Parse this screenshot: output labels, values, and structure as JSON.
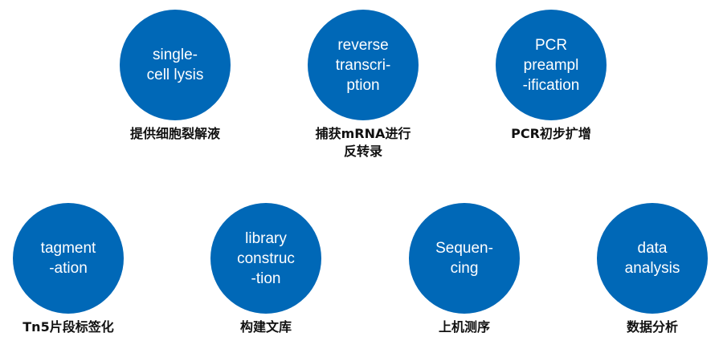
{
  "steps": [
    {
      "label_lines": [
        "single-",
        "cell lysis"
      ],
      "caption_lines": [
        "提供细胞裂解液"
      ]
    },
    {
      "label_lines": [
        "reverse",
        "transcri-",
        "ption"
      ],
      "caption_lines": [
        "捕获mRNA进行",
        "反转录"
      ]
    },
    {
      "label_lines": [
        "PCR",
        "preampl",
        "-ification"
      ],
      "caption_lines": [
        "PCR初步扩增"
      ]
    },
    {
      "label_lines": [
        "tagment",
        "-ation"
      ],
      "caption_lines": [
        "Tn5片段标签化"
      ]
    },
    {
      "label_lines": [
        "library",
        "construc",
        "-tion"
      ],
      "caption_lines": [
        "构建文库"
      ]
    },
    {
      "label_lines": [
        "Sequen-",
        "cing"
      ],
      "caption_lines": [
        "上机测序"
      ]
    },
    {
      "label_lines": [
        "data",
        "analysis"
      ],
      "caption_lines": [
        "数据分析"
      ]
    }
  ],
  "colors": {
    "circle_fill": "#0068b7",
    "circle_text": "#ffffff",
    "caption_text": "#111111"
  }
}
